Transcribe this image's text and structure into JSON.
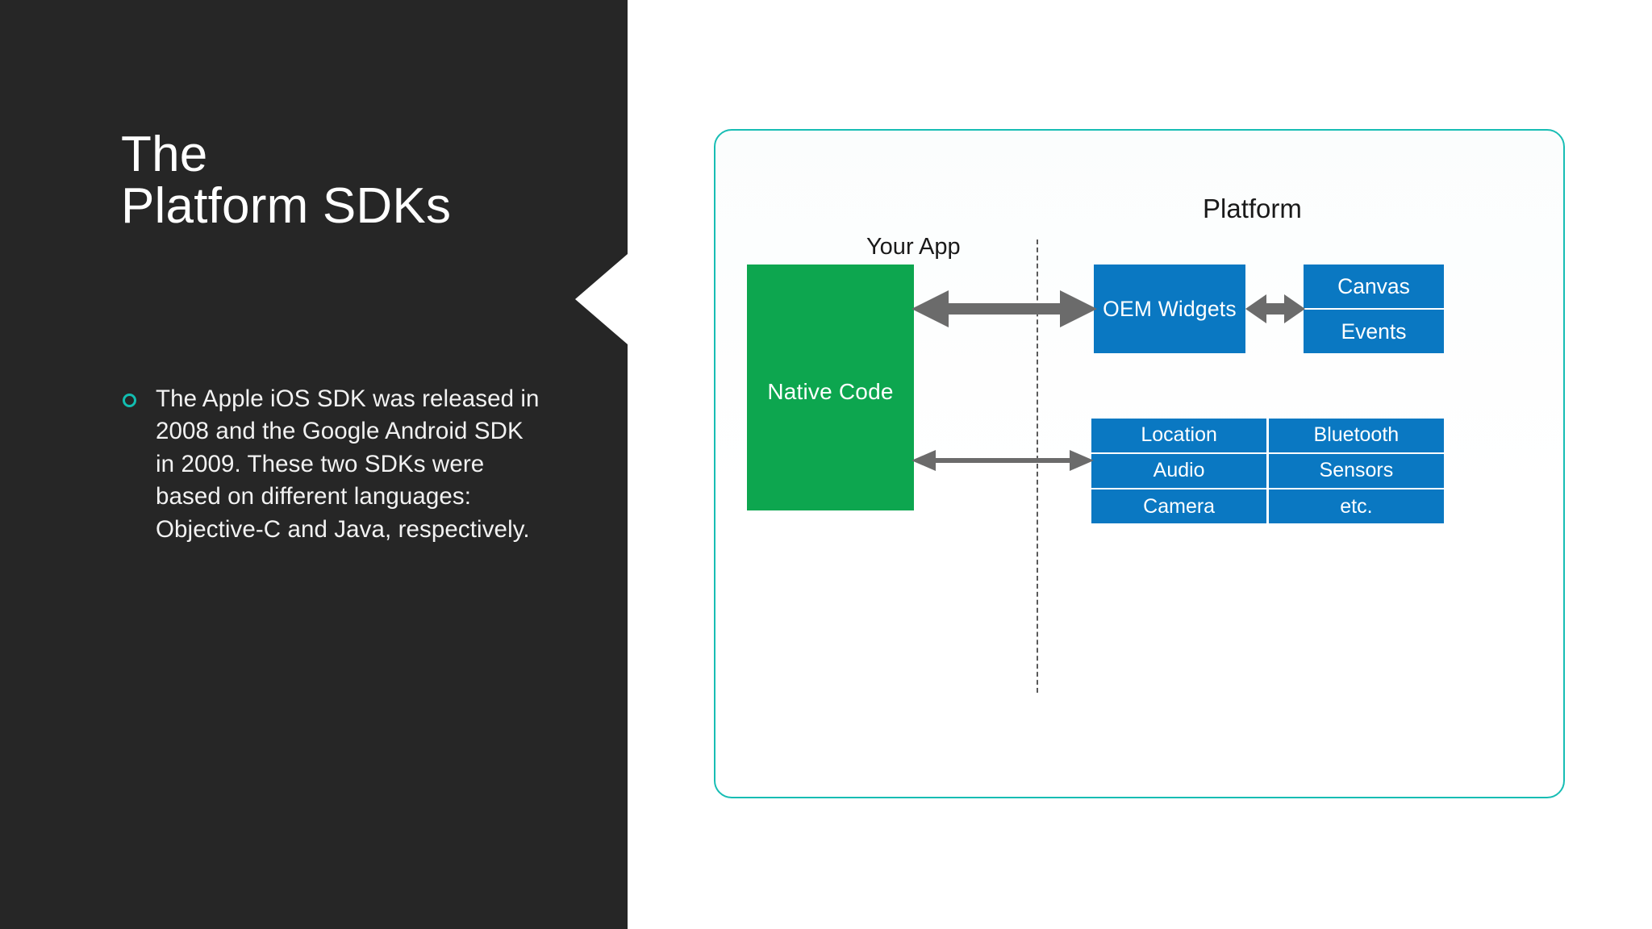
{
  "slide": {
    "title_lines": [
      "The",
      "Platform SDKs"
    ],
    "bullet": {
      "marker_icon": "hollow-circle-bullet-icon",
      "marker_color": "#12BDB0",
      "text": "The Apple iOS SDK was released in 2008 and the Google Android SDK in 2009. These two SDKs were based on different languages: Objective-C and Java, respectively."
    },
    "background_color": "#262626",
    "text_color": "#FFFFFF"
  },
  "diagram": {
    "border_color": "#17BDB4",
    "divider_icon": "vertical-dashed-line",
    "labels": {
      "your_app": "Your App",
      "platform": "Platform"
    },
    "native_code_box": {
      "label": "Native Code",
      "color": "#0DA64F"
    },
    "oem_widgets_box": {
      "label": "OEM Widgets",
      "color": "#0A78C2"
    },
    "canvas_events_stack": [
      {
        "label": "Canvas"
      },
      {
        "label": "Events"
      }
    ],
    "capabilities_grid": {
      "color": "#0A78C2",
      "cells": [
        "Location",
        "Bluetooth",
        "Audio",
        "Sensors",
        "Camera",
        "etc."
      ]
    },
    "arrows": [
      {
        "name": "arrow-app-to-oem-widgets",
        "style": "double-headed",
        "color": "#6B6B6B"
      },
      {
        "name": "arrow-oem-widgets-to-canvas-events",
        "style": "double-headed",
        "color": "#6B6B6B"
      },
      {
        "name": "arrow-app-to-capabilities",
        "style": "double-headed-thin",
        "color": "#6B6B6B"
      }
    ]
  }
}
